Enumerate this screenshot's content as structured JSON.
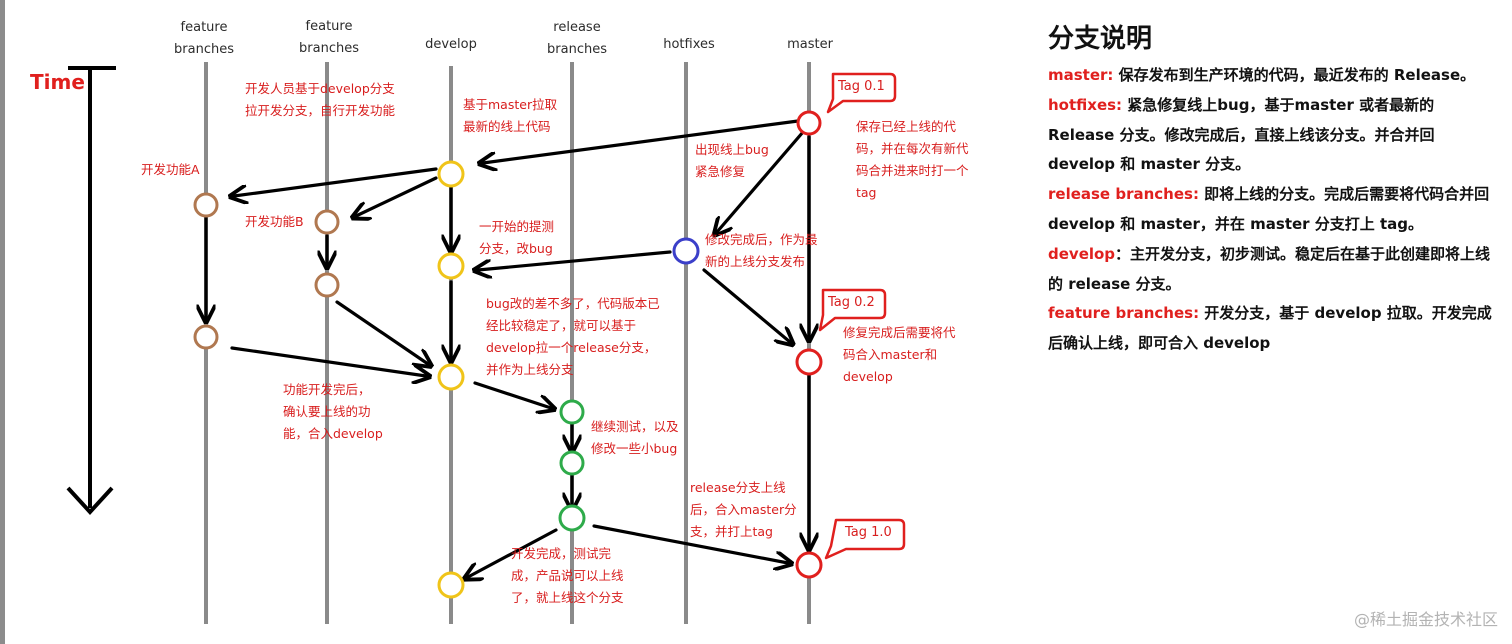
{
  "lanes": [
    {
      "key": "feature_a",
      "lines": [
        "feature",
        "branches"
      ]
    },
    {
      "key": "feature_b",
      "lines": [
        "feature",
        "branches"
      ]
    },
    {
      "key": "develop",
      "lines": [
        "develop"
      ]
    },
    {
      "key": "release",
      "lines": [
        "release",
        "branches"
      ]
    },
    {
      "key": "hotfixes",
      "lines": [
        "hotfixes"
      ]
    },
    {
      "key": "master",
      "lines": [
        "master"
      ]
    }
  ],
  "time_label": "Time",
  "tags": [
    "Tag 0.1",
    "Tag 0.2",
    "Tag 1.0"
  ],
  "notes": {
    "feature_from_develop": [
      "开发人员基于develop分支",
      "拉开发分支，自行开发功能"
    ],
    "develop_from_master": [
      "基于master拉取",
      "最新的线上代码"
    ],
    "hotfix_found": [
      "出现线上bug",
      "紧急修复"
    ],
    "master_saved": [
      "保存已经上线的代",
      "码，并在每次有新代",
      "码合并进来时打一个",
      "tag"
    ],
    "feature_a": [
      "开发功能A"
    ],
    "feature_b": [
      "开发功能B"
    ],
    "early_fix": [
      "一开始的提测",
      "分支，改bug"
    ],
    "hotfix_done": [
      "修改完成后，作为最",
      "新的上线分支发布"
    ],
    "release_cut": [
      "bug改的差不多了，代码版本已",
      "经比较稳定了，就可以基于",
      "develop拉一个release分支，",
      "并作为上线分支"
    ],
    "hotfix_merge": [
      "修复完成后需要将代",
      "码合入master和",
      "develop"
    ],
    "feature_done": [
      "功能开发完后，",
      "确认要上线的功",
      "能，合入develop"
    ],
    "release_test": [
      "继续测试，以及",
      "修改一些小bug"
    ],
    "release_live": [
      "release分支上线",
      "后，合入master分",
      "支，并打上tag"
    ],
    "release_back": [
      "开发完成，测试完",
      "成，产品说可以上线",
      "了，就上线这个分支"
    ]
  },
  "legend": {
    "title": "分支说明",
    "items": [
      {
        "term": "master:",
        "desc": " 保存发布到生产环境的代码，最近发布的 Release。"
      },
      {
        "term": "hotfixes:",
        "desc": " 紧急修复线上bug，基于master 或者最新的 Release 分支。修改完成后，直接上线该分支。并合并回 develop 和 master 分支。"
      },
      {
        "term": "release branches:",
        "desc": " 即将上线的分支。完成后需要将代码合并回 develop 和 master，并在 master 分支打上 tag。"
      },
      {
        "term": "develop",
        "desc": "：主开发分支，初步测试。稳定后在基于此创建即将上线的 release 分支。"
      },
      {
        "term": "feature branches:",
        "desc": " 开发分支，基于 develop 拉取。开发完成后确认上线，即可合入 develop"
      }
    ]
  },
  "watermark": "@稀土掘金技术社区",
  "colors": {
    "feature": "#b07850",
    "develop": "#f0c419",
    "release": "#2eab4a",
    "hotfix": "#3b3fc9",
    "master": "#e0201e",
    "lane": "#8a8a8a",
    "arrow": "#000000",
    "text_red": "#d81e1e"
  }
}
